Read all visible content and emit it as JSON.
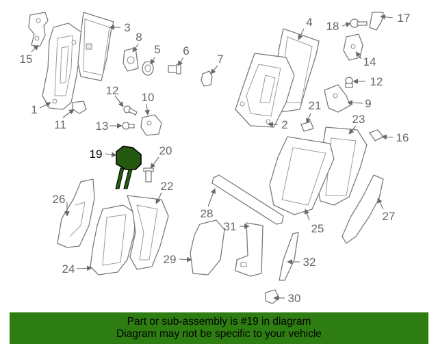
{
  "diagram": {
    "highlighted_part": "19",
    "callouts": [
      "1",
      "2",
      "3",
      "4",
      "5",
      "6",
      "7",
      "8",
      "9",
      "10",
      "11",
      "12",
      "12",
      "13",
      "14",
      "15",
      "16",
      "17",
      "18",
      "19",
      "20",
      "21",
      "22",
      "23",
      "24",
      "25",
      "26",
      "27",
      "28",
      "29",
      "30",
      "31",
      "32"
    ]
  },
  "banner": {
    "line1": "Part or sub-assembly is #19 in diagram",
    "line2": "Diagram may not be specific to your vehicle",
    "background_color": "#2e7d12"
  }
}
